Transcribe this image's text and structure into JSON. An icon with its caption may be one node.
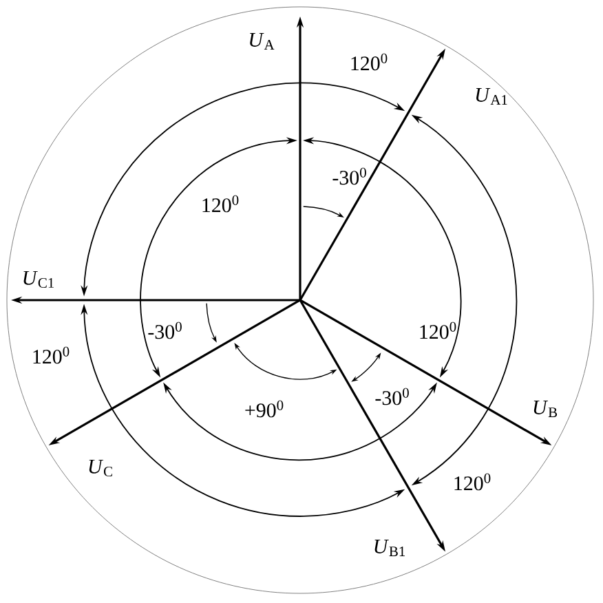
{
  "diagram": {
    "nodes": [
      {
        "text": [
          "*U*$_{A}$"
        ]
      },
      {
        "text": [
          "*U*$_{A1}$"
        ]
      },
      {
        "text": [
          "*U*$_{C1}$"
        ]
      },
      {
        "text": [
          "*U*$_{B}$"
        ]
      },
      {
        "text": [
          "*U*$_{C}$"
        ]
      },
      {
        "text": [
          "*U*$_{B1}$"
        ]
      }
    ],
    "edges": [
      {
        "from": null,
        "to": 0,
        "arrow": "to"
      },
      {
        "from": null,
        "to": 1,
        "arrow": "to"
      },
      {
        "from": null,
        "to": 2,
        "arrow": "to"
      },
      {
        "from": null,
        "to": 3,
        "arrow": "to"
      },
      {
        "from": null,
        "to": 4,
        "arrow": "to"
      },
      {
        "from": null,
        "to": 5,
        "arrow": "to"
      }
    ],
    "labels": [
      "120$^{0}$",
      "-30$^{0}$",
      "120$^{0}$",
      "-30$^{0}$",
      "120$^{0}$",
      "120$^{0}$",
      "-30$^{0}$",
      "+90$^{0}$",
      "120$^{0}$"
    ]
  }
}
